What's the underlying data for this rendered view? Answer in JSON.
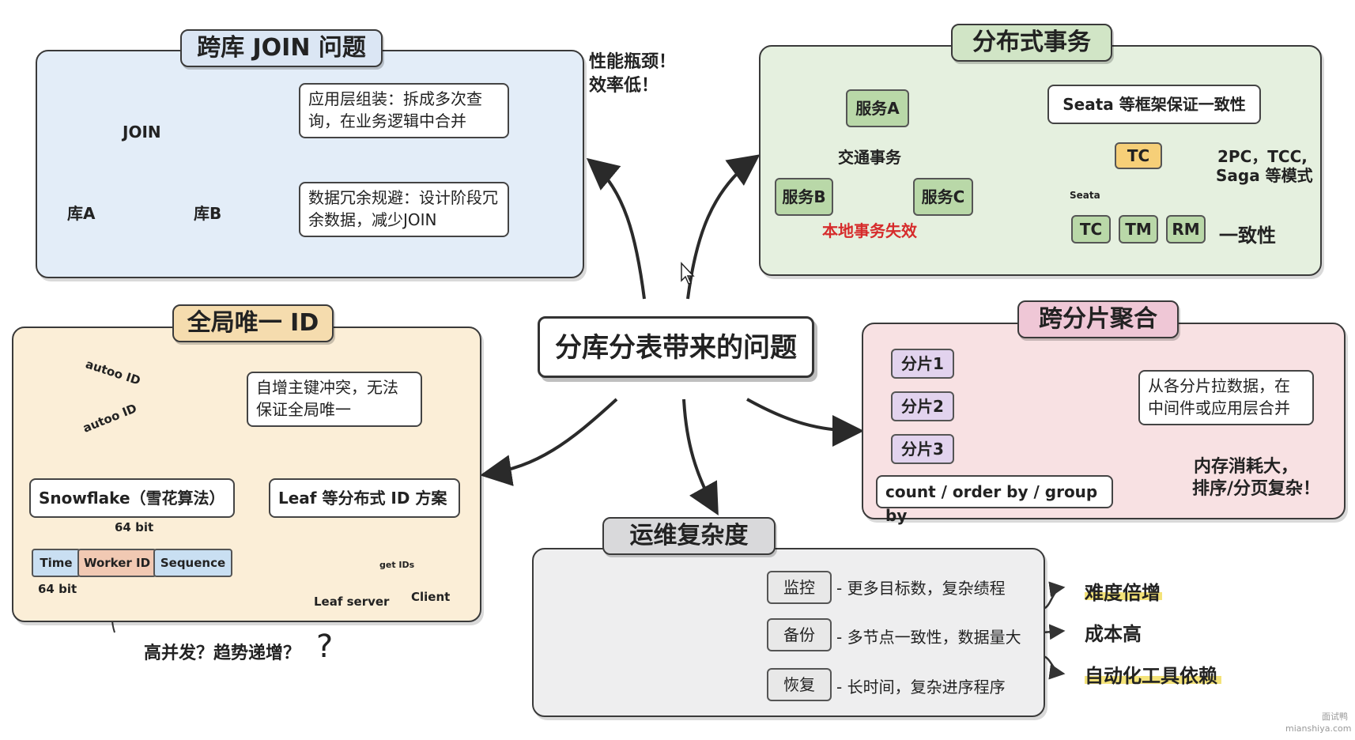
{
  "center": {
    "title": "分库分表带来的问题"
  },
  "join": {
    "title": "跨库 JOIN 问题",
    "db_a": "库A",
    "db_b": "库B",
    "join_label": "JOIN",
    "app_layer": "应用层组装：拆成多次查询，在业务逻辑中合并",
    "redundancy": "数据冗余规避：设计阶段冗余数据，减少JOIN",
    "bottleneck_1": "性能瓶颈！",
    "bottleneck_2": "效率低！"
  },
  "tx": {
    "title": "分布式事务",
    "service_a": "服务A",
    "service_b": "服务B",
    "service_c": "服务C",
    "cross_tx": "交通事务",
    "local_fail": "本地事务失效",
    "seata": "Seata 等框架保证一致性",
    "tc_top": "TC",
    "seata_small": "Seata",
    "tc": "TC",
    "tm": "TM",
    "rm": "RM",
    "modes_1": "2PC，TCC,",
    "modes_2": "Saga 等模式",
    "consistency": "一致性"
  },
  "gid": {
    "title": "全局唯一 ID",
    "auto_id_1": "autoo ID",
    "auto_id_2": "autoo ID",
    "conflict": "自增主键冲突，无法保证全局唯一",
    "snowflake": "Snowflake（雪花算法）",
    "leaf": "Leaf 等分布式 ID 方案",
    "bits_top": "64 bit",
    "bits_bottom": "64 bit",
    "seg_time": "Time",
    "seg_worker": "Worker ID",
    "seg_seq": "Sequence",
    "get_ids": "get IDs",
    "leaf_server": "Leaf server",
    "client": "Client",
    "question": "高并发？趋势递增？"
  },
  "agg": {
    "title": "跨分片聚合",
    "shard1": "分片1",
    "shard2": "分片2",
    "shard3": "分片3",
    "pull": "从各分片拉数据，在中间件或应用层合并",
    "query": "count / order by / group by",
    "memory_1": "内存消耗大，",
    "memory_2": "排序/分页复杂！"
  },
  "ops": {
    "title": "运维复杂度",
    "monitor": "监控",
    "monitor_desc": "- 更多目标数，复杂绩程",
    "backup": "备份",
    "backup_desc": "- 多节点一致性，数据量大",
    "restore": "恢复",
    "restore_desc": "- 长时间，复杂进序程序",
    "r1": "难度倍增",
    "r2": "成本高",
    "r3": "自动化工具依赖"
  },
  "watermark": {
    "line1": "面试鸭",
    "line2": "mianshiya.com"
  },
  "colors": {
    "blue": "#e3edf8",
    "green": "#e5f0df",
    "orange": "#fbeed7",
    "pink": "#f8e1e3",
    "gray": "#eeeeef",
    "db_blue": "#2f5d93",
    "db_orange": "#e9a73a",
    "db_red": "#a3344a",
    "red": "#d62b2b"
  }
}
